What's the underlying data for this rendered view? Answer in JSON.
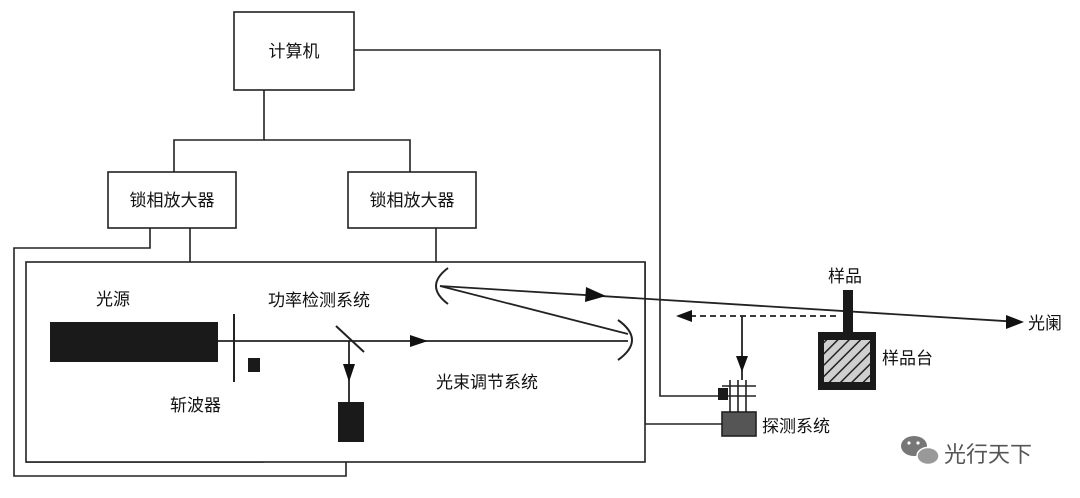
{
  "labels": {
    "computer": "计算机",
    "lockin_1": "锁相放大器",
    "lockin_2": "锁相放大器",
    "light_source": "光源",
    "chopper": "斩波器",
    "power_detection": "功率检测系统",
    "beam_adjust": "光束调节系统",
    "sample": "样品",
    "sample_stage": "样品台",
    "aperture": "光阑",
    "detection_system": "探测系统"
  },
  "watermark": {
    "text": "光行天下",
    "icon": "wechat-icon"
  },
  "colors": {
    "line": "#222222",
    "block_fill": "#1a1a1a",
    "detector_fill": "#555555",
    "background": "#ffffff"
  }
}
